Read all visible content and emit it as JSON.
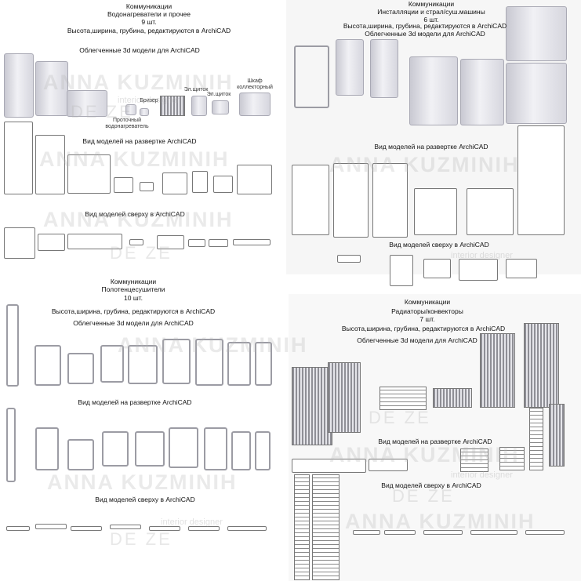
{
  "sections": [
    {
      "lines": [
        "Коммуникации",
        "Водонагреватели и прочее",
        "9 шт.",
        "Высота,ширина, грубина, редактируются в ArchiCAD"
      ],
      "models_3d": "Облегченные 3d модели для ArchiCAD",
      "unfold": "Вид моделей на развертке ArchiCAD",
      "top": "Вид моделей сверху в ArchiCAD",
      "item_labels": [
        "Бризер",
        "Проточный водонагреватель",
        "Эл.щиток",
        "Эл.щиток",
        "Шкаф коллекторный"
      ]
    },
    {
      "lines": [
        "Коммуникации",
        "Инсталляции и страл/суш.машины",
        "6 шт.",
        "Высота,ширина, грубина, редактируются в ArchiCAD"
      ],
      "models_3d": "Облегченные 3d модели для ArchiCAD",
      "unfold": "Вид моделей на развертке ArchiCAD",
      "top": "Вид моделей сверху в ArchiCAD"
    },
    {
      "lines": [
        "Коммуникации",
        "Полотенцесушители",
        "10 шт.",
        "Высота,ширина, грубина, редактируются в ArchiCAD"
      ],
      "models_3d": "Облегченные 3d модели для ArchiCAD",
      "unfold": "Вид моделей на развертке ArchiCAD",
      "top": "Вид моделей сверху в ArchiCAD"
    },
    {
      "lines": [
        "Коммуникации",
        "Радиаторы/конвекторы",
        "7 шт.",
        "Высота,ширина, грубина, редактируются в ArchiCAD"
      ],
      "models_3d": "Облегченные 3d модели для ArchiCAD",
      "unfold": "Вид моделей на развертке ArchiCAD",
      "top": "Вид моделей сверху в ArchiCAD"
    }
  ],
  "watermark": {
    "name": "ANNA KUZMINIH",
    "tagline": "interior designer",
    "logo": "DE ZE"
  }
}
